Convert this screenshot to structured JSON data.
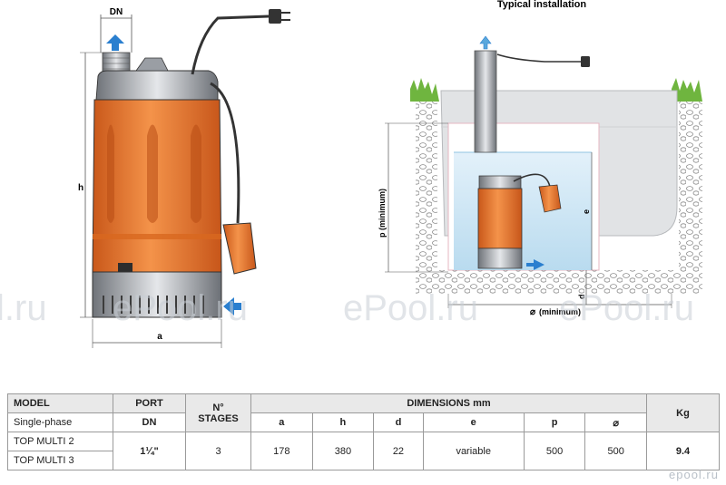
{
  "diagram": {
    "title": "Typical installation",
    "labels": {
      "dn": "DN",
      "h": "h",
      "a": "a",
      "p": "p (minimum)",
      "e": "e",
      "d": "d",
      "diameter": "(minimum)"
    }
  },
  "watermarks": [
    "l.ru",
    "ePool.ru",
    "ePool.ru",
    "ePool.ru"
  ],
  "brand": "epool.ru",
  "table": {
    "header": {
      "model": "MODEL",
      "port": "PORT",
      "stages": "N° STAGES",
      "dimensions": "DIMENSIONS mm",
      "kg": "Kg"
    },
    "subheader": {
      "phase": "Single-phase",
      "port_dn": "DN",
      "cols": [
        "a",
        "h",
        "d",
        "e",
        "p",
        "⌀"
      ]
    },
    "models": [
      "TOP MULTI 2",
      "TOP MULTI 3"
    ],
    "row": {
      "port": "1¼\"",
      "stages": "3",
      "a": "178",
      "h": "380",
      "d": "22",
      "e": "variable",
      "p": "500",
      "diameter": "500",
      "kg": "9.4"
    }
  },
  "colors": {
    "pump_orange": "#ee7a2a",
    "arrow_blue": "#2a7fcf",
    "water": "#cfe6f4",
    "grass": "#6fb53f"
  }
}
